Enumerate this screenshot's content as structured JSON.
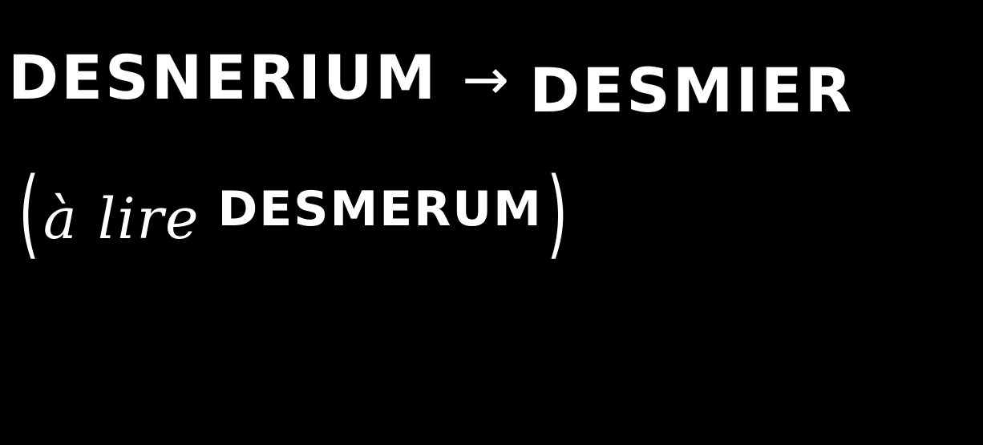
{
  "note": {
    "line1": {
      "from": "DESNERIUM",
      "arrow": "→",
      "to": "DESMIER"
    },
    "line2": {
      "open_paren": "(",
      "prefix": "à lire",
      "word": "DESMERUM",
      "close_paren": ")"
    }
  },
  "colors": {
    "background": "#000000",
    "ink": "#ffffff"
  }
}
